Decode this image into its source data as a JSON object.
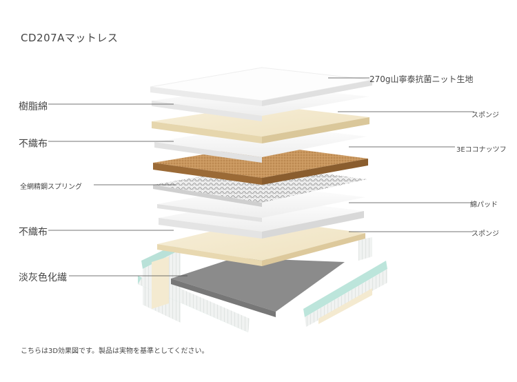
{
  "title": "CD207Aマットレス",
  "footer_note": "こちらは3D効果図です。製品は実物を基準としてください。",
  "labels_left": [
    {
      "key": "fiber",
      "text": "樹脂綿"
    },
    {
      "key": "nonwoven_top",
      "text": "不織布"
    },
    {
      "key": "spring",
      "text": "全網精鋼スプリング"
    },
    {
      "key": "nonwoven_bottom",
      "text": "不織布"
    },
    {
      "key": "base",
      "text": "淡灰色化繊"
    }
  ],
  "labels_right": [
    {
      "key": "knit",
      "text": "270g山寧泰抗菌ニット生地"
    },
    {
      "key": "sponge_top",
      "text": "スポンジ"
    },
    {
      "key": "coconut",
      "text": "3Eココナッツフ"
    },
    {
      "key": "cotton_pad",
      "text": "綿パッド"
    },
    {
      "key": "sponge_bottom",
      "text": "スポンジ"
    }
  ]
}
